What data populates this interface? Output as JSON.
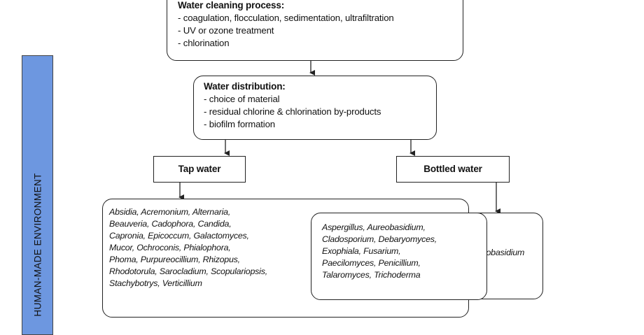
{
  "sidebar": {
    "label": "HUMAN-MADE  ENVIRONMENT",
    "color": "#6d97e0"
  },
  "cleaning": {
    "title": "Water cleaning process:",
    "items": [
      "- coagulation,  flocculation,  sedimentation,  ultrafiltration",
      "- UV or ozone treatment",
      "- chlorination"
    ]
  },
  "distribution": {
    "title": "Water distribution:",
    "items": [
      "- choice of material",
      "- residual chlorine & chlorination  by-products",
      "- biofilm formation"
    ]
  },
  "tap": {
    "label": "Tap water"
  },
  "bottled": {
    "label": "Bottled water"
  },
  "tap_fungi": {
    "lines": [
      "Absidia, Acremonium, Alternaria,",
      "Beauveria, Cadophora, Candida,",
      "Capronia, Epicoccum, Galactomyces,",
      "Mucor,  Ochroconis, Phialophora,",
      "Phoma, Purpureocillium, Rhizopus,",
      "Rhodotorula, Sarocladium, Scopulariopsis,",
      "Stachybotrys, Verticillium"
    ]
  },
  "shared_fungi": {
    "lines": [
      "Aspergillus, Aureobasidium,",
      "Cladosporium, Debaryomyces,",
      "Exophiala, Fusarium,",
      "Paecilomyces, Penicillium,",
      "Talaromyces, Trichoderma"
    ]
  },
  "bottled_fungi": {
    "label": "Filobasidium"
  }
}
